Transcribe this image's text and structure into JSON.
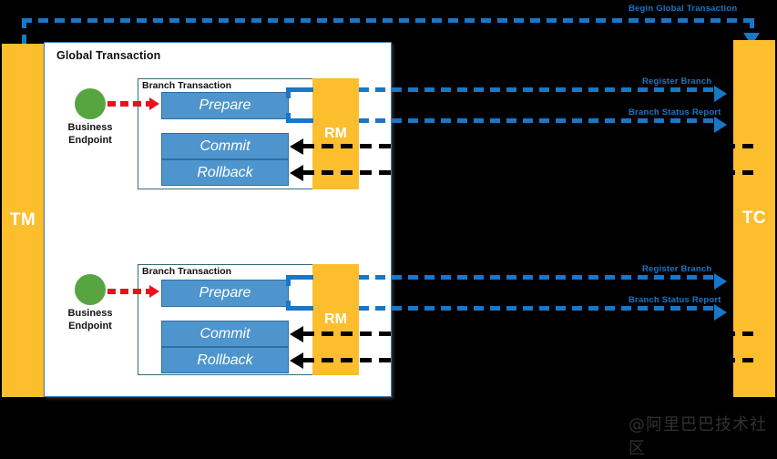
{
  "diagram": {
    "title_top_wire": "Begin Global Transaction",
    "watermark": "@阿里巴巴技术社区"
  },
  "actors": {
    "tm": "TM",
    "tc": "TC"
  },
  "global_transaction": {
    "title": "Global Transaction"
  },
  "branches": [
    {
      "title": "Branch Transaction",
      "endpoint_line1": "Business",
      "endpoint_line2": "Endpoint",
      "rm": "RM",
      "actions": [
        "Prepare",
        "Commit",
        "Rollback"
      ],
      "wires": {
        "register": "Register Branch",
        "report": "Branch Status Report"
      }
    },
    {
      "title": "Branch Transaction",
      "endpoint_line1": "Business",
      "endpoint_line2": "Endpoint",
      "rm": "RM",
      "actions": [
        "Prepare",
        "Commit",
        "Rollback"
      ],
      "wires": {
        "register": "Register Branch",
        "report": "Branch Status Report"
      }
    }
  ],
  "colors": {
    "background": "#000000",
    "pillar": "#FCBE2C",
    "action_box": "#4E95CD",
    "endpoint": "#57A541",
    "blue_wire": "#1877C9",
    "red_arrow": "#E8121E",
    "panel_border": "#3E7CB1",
    "panel_fill": "#FFFFFF"
  }
}
